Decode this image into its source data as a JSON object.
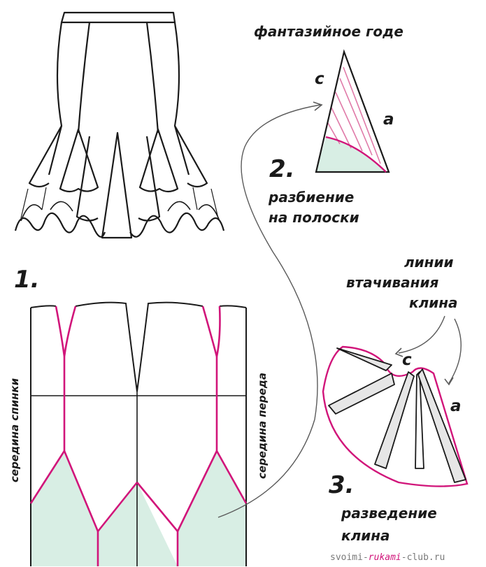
{
  "labels": {
    "title": "фантазийное годе",
    "step1": "1.",
    "step2": "2.",
    "step3": "3.",
    "step2_caption_line1": "разбиение",
    "step2_caption_line2": "на полоски",
    "step3_caption_line1": "разведение",
    "step3_caption_line2": "клина",
    "seam_lines_line1": "линии",
    "seam_lines_line2": "втачивания",
    "seam_lines_line3": "клина",
    "side_c_top": "с",
    "side_a_top": "a",
    "side_c_bottom": "с",
    "side_a_bottom": "a",
    "back_center": "середина спинки",
    "front_center": "середина переда"
  },
  "watermark": {
    "part1": "svoimi-",
    "part2": "rukami",
    "part3": "-club.ru"
  },
  "colors": {
    "outline": "#1a1a1a",
    "accent": "#d1157a",
    "fill": "#d8eee4",
    "hatch": "#e07aa8",
    "watermark": "#7a7a7a"
  }
}
